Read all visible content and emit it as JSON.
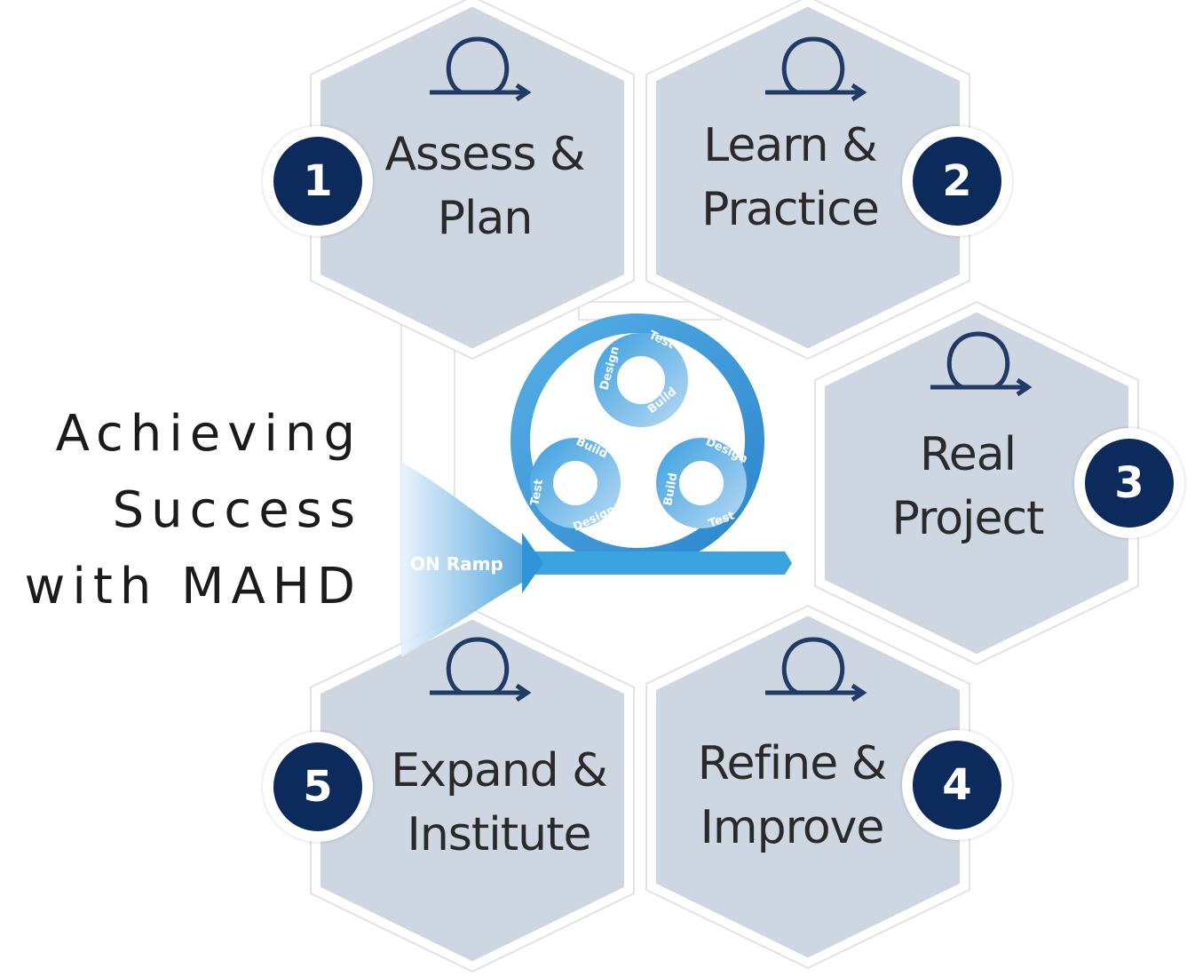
{
  "title": {
    "line1": "Achieving",
    "line2": "Success",
    "line3": "with MAHD"
  },
  "steps": [
    {
      "number": "1",
      "line1": "Assess &",
      "line2": "Plan"
    },
    {
      "number": "2",
      "line1": "Learn &",
      "line2": "Practice"
    },
    {
      "number": "3",
      "line1": "Real",
      "line2": "Project"
    },
    {
      "number": "4",
      "line1": "Refine &",
      "line2": "Improve"
    },
    {
      "number": "5",
      "line1": "Expand &",
      "line2": "Institute"
    }
  ],
  "cycle": {
    "ramp_label": "ON Ramp",
    "top_wheel": {
      "a": "Design",
      "b": "Test",
      "c": "Build"
    },
    "left_wheel": {
      "a": "Test",
      "b": "Build",
      "c": "Design"
    },
    "right_wheel": {
      "a": "Build",
      "b": "Design",
      "c": "Test"
    }
  },
  "colors": {
    "hex_fill": "#cdd6e1",
    "badge_fill": "#0d2a5c",
    "icon": "#1f3b66",
    "cycle_blue": "#3d9ad9"
  },
  "icons": [
    "loop-arrow-icon"
  ]
}
